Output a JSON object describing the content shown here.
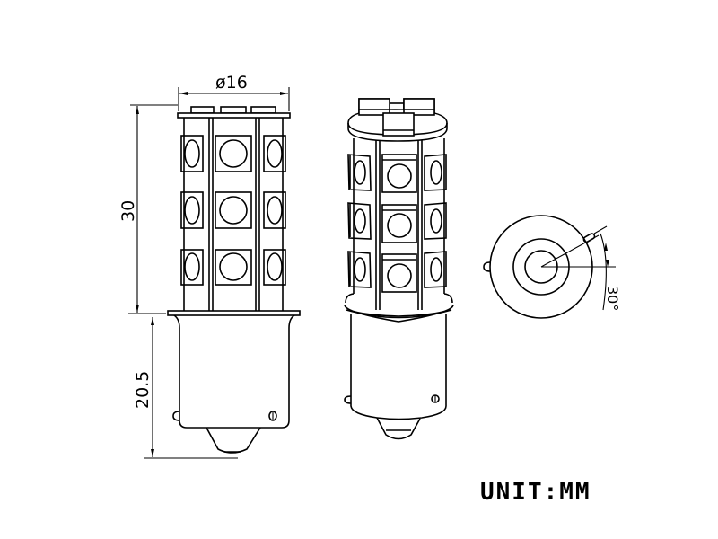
{
  "diagram": {
    "title": "LED bulb BA15S dimension drawing",
    "views": [
      {
        "name": "front-view",
        "description": "Front elevation with dimensions"
      },
      {
        "name": "side-view",
        "description": "Perspective side view"
      },
      {
        "name": "bottom-view",
        "description": "Base end view showing pin offset angle"
      }
    ],
    "dimensions": {
      "diameter_label": "ø16",
      "led_section_height_label": "30",
      "base_height_label": "20.5",
      "pin_angle_label": "30°"
    },
    "unit_label": "UNIT:MM",
    "led_grid": {
      "rows": 3,
      "columns_visible": 3
    },
    "colors": {
      "line": "#000000",
      "background": "#ffffff"
    }
  }
}
